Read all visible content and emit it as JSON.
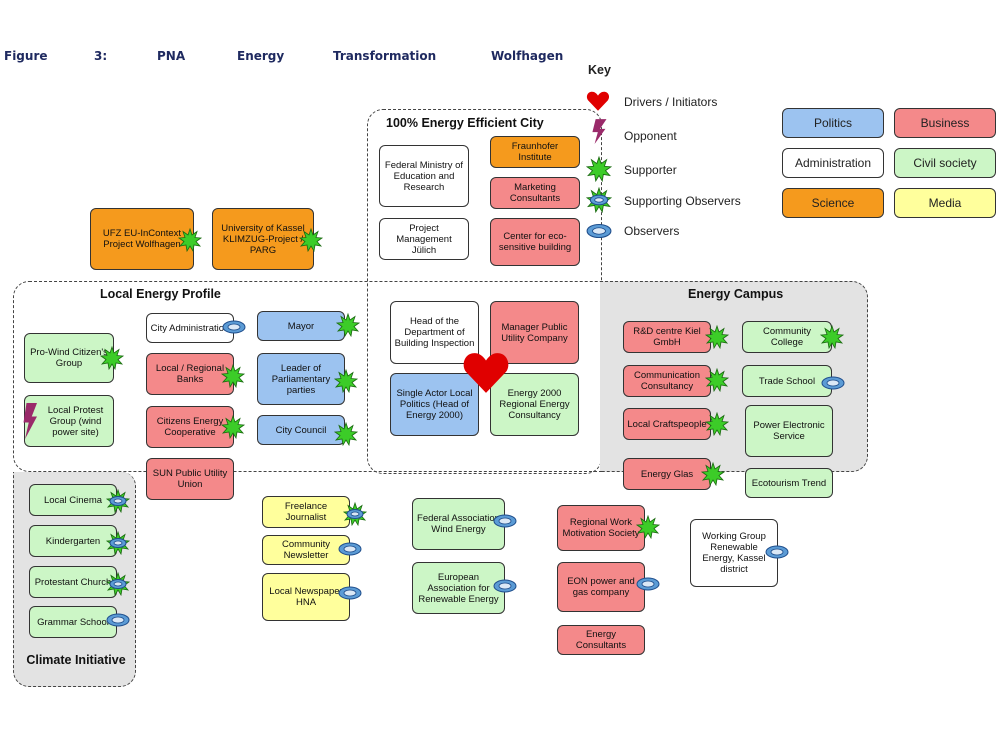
{
  "figure_caption": {
    "parts": [
      "Figure",
      "3:",
      "PNA",
      "Energy",
      "Transformation",
      "Wolfhagen"
    ]
  },
  "key": {
    "title": "Key",
    "symbols": [
      {
        "icon": "heart-icon",
        "label": "Drivers / Initiators"
      },
      {
        "icon": "lightning-icon",
        "label": "Opponent"
      },
      {
        "icon": "star-icon",
        "label": "Supporter"
      },
      {
        "icon": "star-eye-icon",
        "label": "Supporting Observers"
      },
      {
        "icon": "eye-icon",
        "label": "Observers"
      }
    ],
    "categories": [
      {
        "label": "Politics",
        "color": "#9cc3f0"
      },
      {
        "label": "Business",
        "color": "#f4898a"
      },
      {
        "label": "Administration",
        "color": "#ffffff"
      },
      {
        "label": "Civil society",
        "color": "#ccf6c6"
      },
      {
        "label": "Science",
        "color": "#f59a1d"
      },
      {
        "label": "Media",
        "color": "#ffff9c"
      }
    ]
  },
  "regions": {
    "efficient_city": "100% Energy Efficient City",
    "local_energy_profile": "Local Energy Profile",
    "energy_campus": "Energy Campus",
    "climate_initiative": "Climate Initiative"
  },
  "actors": {
    "ufz": "UFZ EU-InContext Project Wolfhagen",
    "uni_kassel": "University of Kassel KLIMZUG-Project / PARG",
    "federal_ministry": "Federal Ministry of Education and Research",
    "fraunhofer": "Fraunhofer Institute",
    "marketing": "Marketing Consultants",
    "project_mgmt": "Project Management Jülich",
    "eco_center": "Center for eco-sensitive building",
    "pro_wind": "Pro-Wind Citizen's Group",
    "protest_group": "Local Protest Group (wind power site)",
    "city_admin": "City Administration",
    "mayor": "Mayor",
    "banks": "Local / Regional Banks",
    "parl_leader": "Leader of Parliamentary parties",
    "coop": "Citizens Energy Cooperative",
    "city_council": "City Council",
    "sun_union": "SUN Public Utility Union",
    "head_inspection": "Head of the Department of Building Inspection",
    "manager_utility": "Manager Public Utility Company",
    "single_actor": "Single Actor Local Politics (Head of Energy 2000)",
    "energy2000": "Energy 2000 Regional Energy Consultancy",
    "rnd_kiel": "R&D centre Kiel GmbH",
    "community_college": "Community College",
    "comm_consultancy": "Communication Consultancy",
    "trade_school": "Trade School",
    "craftspeople": "Local Craftspeople",
    "power_service": "Power Electronic Service",
    "energy_glas": "Energy Glas",
    "ecotourism": "Ecotourism Trend",
    "cinema": "Local Cinema",
    "kindergarten": "Kindergarten",
    "church": "Protestant Church",
    "grammar_school": "Grammar School",
    "journalist": "Freelance Journalist",
    "newsletter": "Community Newsletter",
    "newspaper": "Local Newspaper HNA",
    "wind_assoc": "Federal Association Wind Energy",
    "european_assoc": "European Association for Renewable Energy",
    "regional_work": "Regional Work Motivation Society",
    "eon": "EON power and gas company",
    "energy_consultants": "Energy Consultants",
    "working_group": "Working Group Renewable Energy, Kassel district"
  }
}
